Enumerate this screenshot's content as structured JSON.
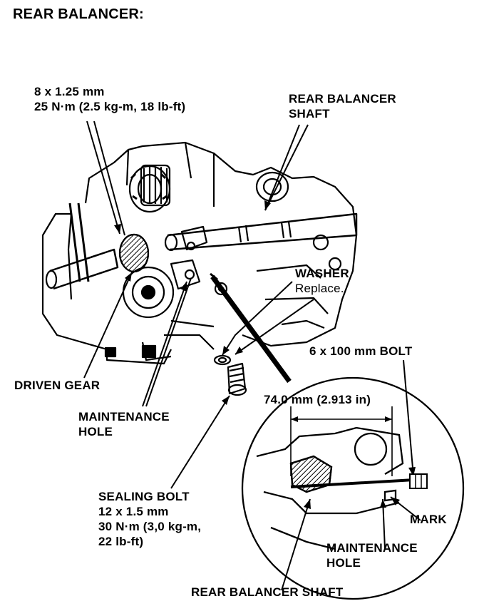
{
  "title": "REAR BALANCER:",
  "labels": {
    "bolt_spec_line1": "8 x 1.25 mm",
    "bolt_spec_line2": "25 N·m (2.5 kg-m, 18 lb-ft)",
    "rear_balancer_shaft_line1": "REAR BALANCER",
    "rear_balancer_shaft_line2": "SHAFT",
    "washer": "WASHER",
    "washer_note": "Replace.",
    "bolt_6x100": "6 x 100 mm BOLT",
    "driven_gear": "DRIVEN GEAR",
    "maintenance_hole_line1": "MAINTENANCE",
    "maintenance_hole_line2": "HOLE",
    "dimension": "74.0 mm (2.913 in)",
    "sealing_bolt_line1": "SEALING BOLT",
    "sealing_bolt_line2": "12 x 1.5 mm",
    "sealing_bolt_line3": "30 N·m (3,0 kg-m,",
    "sealing_bolt_line4": "22 lb-ft)",
    "mark": "MARK",
    "detail_maintenance_line1": "MAINTENANCE",
    "detail_maintenance_line2": "HOLE",
    "detail_shaft": "REAR BALANCER SHAFT"
  }
}
